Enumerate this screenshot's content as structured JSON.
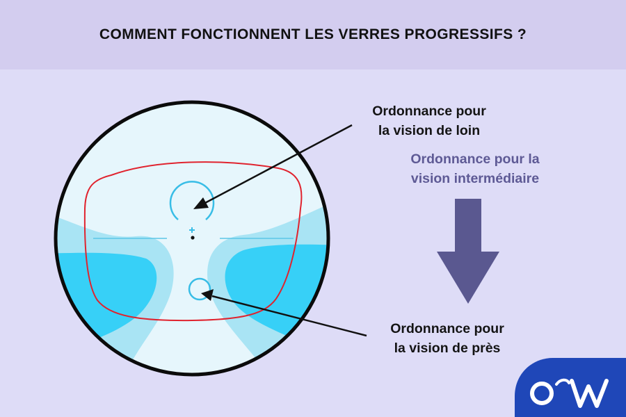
{
  "title": "COMMENT FONCTIONNENT LES VERRES PROGRESSIFS ?",
  "labels": {
    "far_line1": "Ordonnance pour",
    "far_line2": "la vision de loin",
    "intermediate_line1": "Ordonnance pour la",
    "intermediate_line2": "vision intermédiaire",
    "near_line1": "Ordonnance pour",
    "near_line2": "la vision de près"
  },
  "colors": {
    "background": "#dedcf7",
    "header": "#d3cdef",
    "lens_clear": "#e6f6fc",
    "zone_light": "#a9e4f4",
    "zone_dark": "#37d0f7",
    "frame_outline": "#e0232e",
    "arrow_intermediate": "#5a5890",
    "logo": "#1f47b8"
  },
  "logo": {
    "name": "OCW logo"
  }
}
